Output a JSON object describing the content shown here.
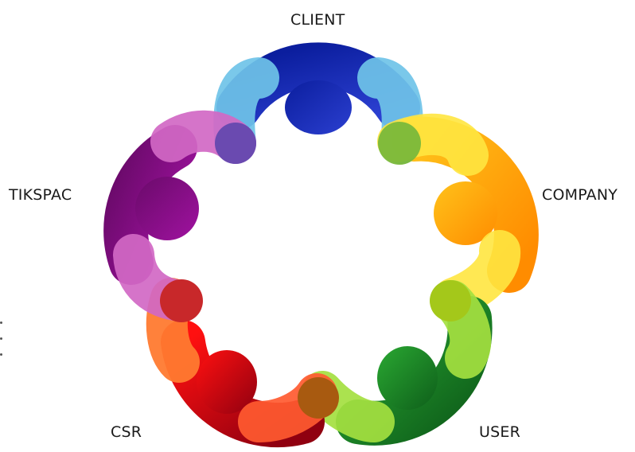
{
  "diagram": {
    "nodes": [
      {
        "id": "client",
        "label": "CLIENT",
        "color": "#1a2ab0",
        "accent": "#6fc3e8"
      },
      {
        "id": "company",
        "label": "COMPANY",
        "color": "#ffa000",
        "accent": "#ffe640"
      },
      {
        "id": "user",
        "label": "USER",
        "color": "#1e8a2a",
        "accent": "#a4e040"
      },
      {
        "id": "csr",
        "label": "CSR",
        "color": "#d60012",
        "accent": "#ff6a2a"
      },
      {
        "id": "tikspac",
        "label": "TIKSPAC",
        "color": "#8e0e8e",
        "accent": "#d168c4"
      }
    ]
  }
}
